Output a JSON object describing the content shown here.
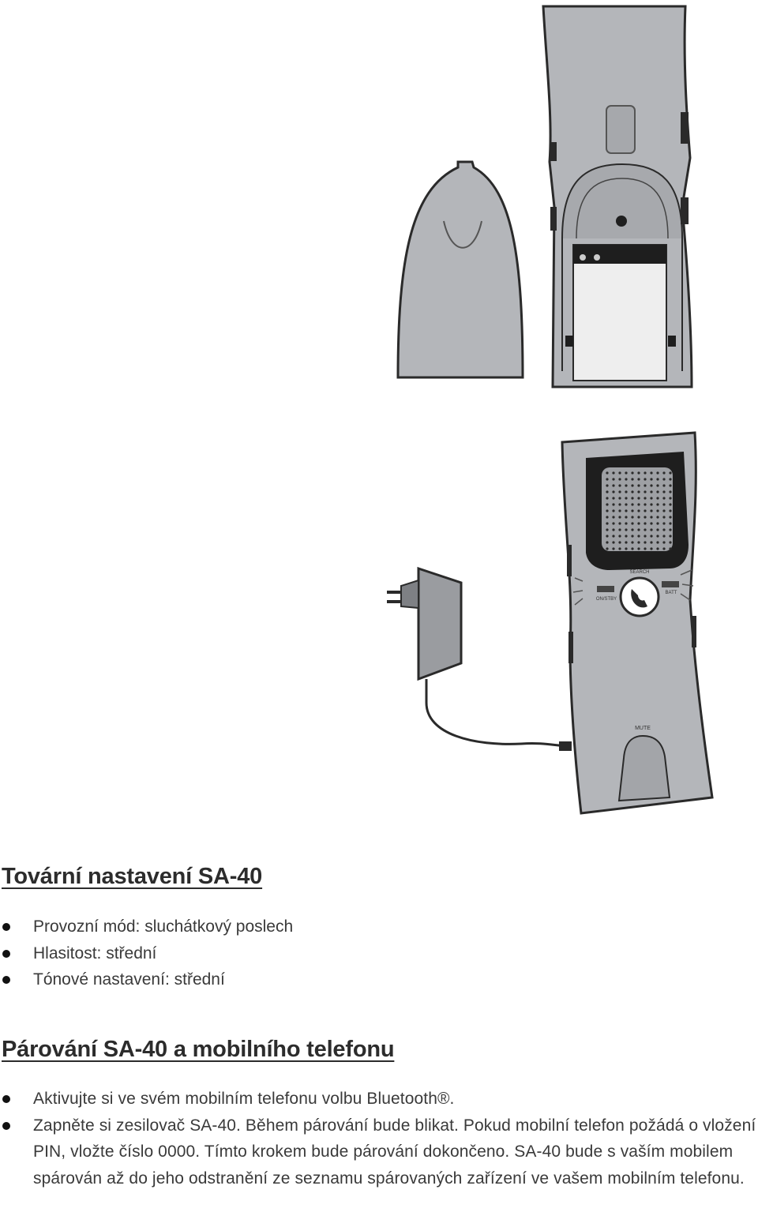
{
  "illustration": {
    "speaker_label": "SEARCH",
    "led_left_label": "ON/STBY",
    "led_right_label": "BATT",
    "mute_label": "MUTE",
    "icons": [
      "battery-cover-icon",
      "device-back-icon",
      "power-adapter-icon",
      "device-front-icon",
      "phone-button-icon"
    ]
  },
  "factory_settings": {
    "heading": "Tovární nastavení SA-40",
    "items": [
      "Provozní mód: sluchátkový poslech",
      "Hlasitost: střední",
      "Tónové nastavení: střední"
    ]
  },
  "pairing": {
    "heading": "Párování SA-40 a mobilního telefonu",
    "items": [
      "Aktivujte si ve svém mobilním telefonu volbu Bluetooth®.",
      "Zapněte si zesilovač SA-40. Během párování bude blikat. Pokud mobilní telefon požádá o vložení PIN, vložte číslo 0000. Tímto krokem bude párování dokončeno. SA-40 bude s vaším mobilem spárován až do jeho odstranění ze seznamu spárovaných zařízení ve vašem mobilním telefonu."
    ]
  },
  "colors": {
    "device_body": "#b4b6ba",
    "outline": "#2a2a2a",
    "speaker_grille": "#1e1e1e",
    "text": "#3a3a3a"
  }
}
